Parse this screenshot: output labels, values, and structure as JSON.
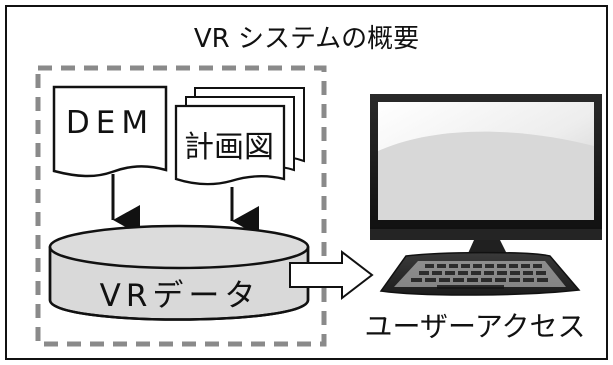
{
  "diagram": {
    "title": "VR システムの概要",
    "nodes": {
      "dem": {
        "label": "DEM"
      },
      "plans": {
        "label": "計画図"
      },
      "vr_data": {
        "label": "VRデータ"
      },
      "user_access": {
        "label": "ユーザーアクセス"
      }
    }
  },
  "colors": {
    "frame": "#111111",
    "dashed_box": "#8a8a8a",
    "document_fill": "#ffffff",
    "database_fill": "#d9d9d9",
    "monitor_dark": "#1f1f1f",
    "screen_light": "#f3f3f3",
    "screen_mid": "#d4d4d4",
    "keyboard": "#2f2f2f"
  },
  "icons": {
    "computer": "computer-icon",
    "flow_arrow": "arrow-icon",
    "database": "database-icon",
    "document": "document-icon"
  }
}
